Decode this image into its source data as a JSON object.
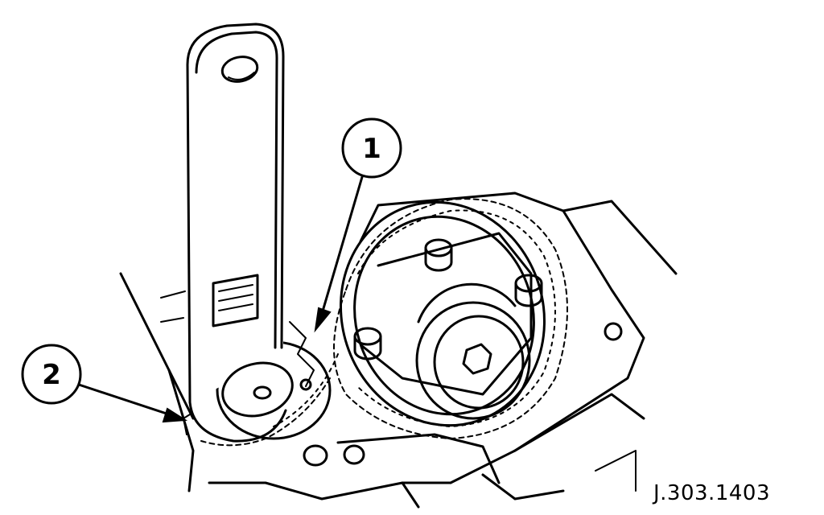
{
  "figure": {
    "reference": "J.303.1403",
    "callouts": [
      {
        "number": "1"
      },
      {
        "number": "2"
      }
    ]
  },
  "colors": {
    "ink": "#000000",
    "paper": "#ffffff"
  }
}
